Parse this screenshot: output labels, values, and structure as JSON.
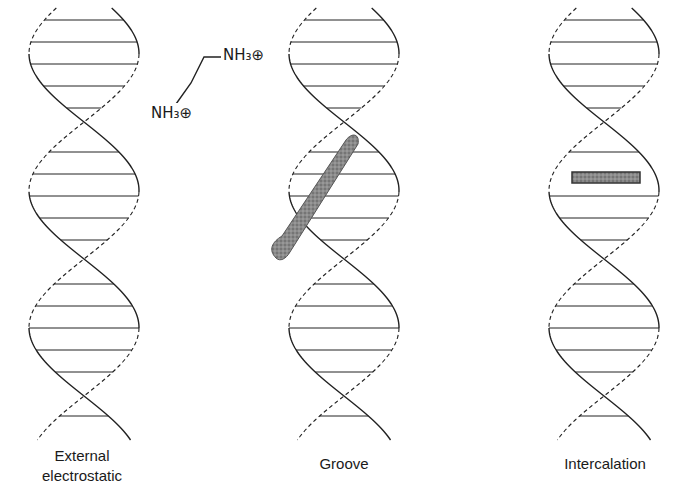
{
  "diagram": {
    "labels": [
      "External electrostatic",
      "Groove",
      "Intercalation",
      "NH₃⊕",
      "NH₃⊕"
    ]
  }
}
